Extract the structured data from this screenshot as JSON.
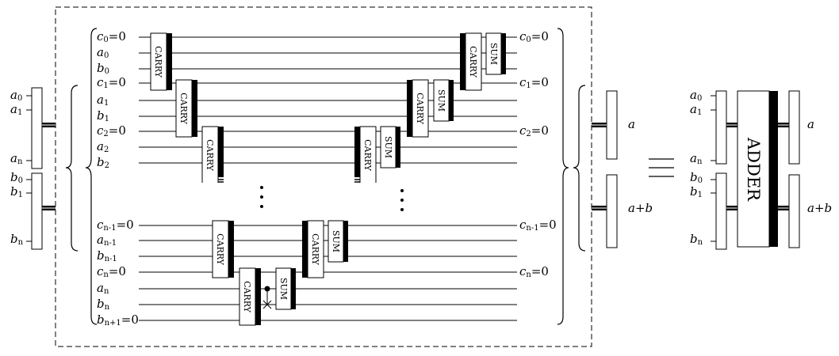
{
  "left_inputs": {
    "a0": "a",
    "a0_sub": "0",
    "a1": "a",
    "a1_sub": "1",
    "an": "a",
    "an_sub": "n",
    "b0": "b",
    "b0_sub": "0",
    "b1": "b",
    "b1_sub": "1",
    "bn": "b",
    "bn_sub": "n"
  },
  "circuit_labels": {
    "c0": "c",
    "c0_sub": "0",
    "c0_val": "=0",
    "a0": "a",
    "a0_sub": "0",
    "b0": "b",
    "b0_sub": "0",
    "c1": "c",
    "c1_sub": "1",
    "c1_val": "=0",
    "a1": "a",
    "a1_sub": "1",
    "b1": "b",
    "b1_sub": "1",
    "c2": "c",
    "c2_sub": "2",
    "c2_val": "=0",
    "a2": "a",
    "a2_sub": "2",
    "b2": "b",
    "b2_sub": "2",
    "cn1": "c",
    "cn1_sub": "n-1",
    "cn1_val": "=0",
    "an1": "a",
    "an1_sub": "n-1",
    "bn1": "b",
    "bn1_sub": "n-1",
    "cn": "c",
    "cn_sub": "n",
    "cn_val": "=0",
    "an": "a",
    "an_sub": "n",
    "bn": "b",
    "bn_sub": "n",
    "bn_plus": "b",
    "bn_plus_sub": "n+1",
    "bn_plus_val": "=0"
  },
  "right_outputs": {
    "c0": "c",
    "c0_sub": "0",
    "c0_val": "=0",
    "c1": "c",
    "c1_sub": "1",
    "c1_val": "=0",
    "c2": "c",
    "c2_sub": "2",
    "c2_val": "=0",
    "cn1": "c",
    "cn1_sub": "n-1",
    "cn1_val": "=0",
    "cn": "c",
    "cn_sub": "n",
    "cn_val": "=0"
  },
  "gates": {
    "carry": "CARRY",
    "sum": "SUM"
  },
  "output_registers": {
    "a": "a",
    "a_plus_b": "a+b"
  },
  "equivalence": {
    "adder_label": "ADDER",
    "a0": "a",
    "a0_sub": "0",
    "a1": "a",
    "a1_sub": "1",
    "an": "a",
    "an_sub": "n",
    "b0": "b",
    "b0_sub": "0",
    "b1": "b",
    "b1_sub": "1",
    "bn": "b",
    "bn_sub": "n",
    "out_a": "a",
    "out_a_plus_b": "a+b"
  }
}
